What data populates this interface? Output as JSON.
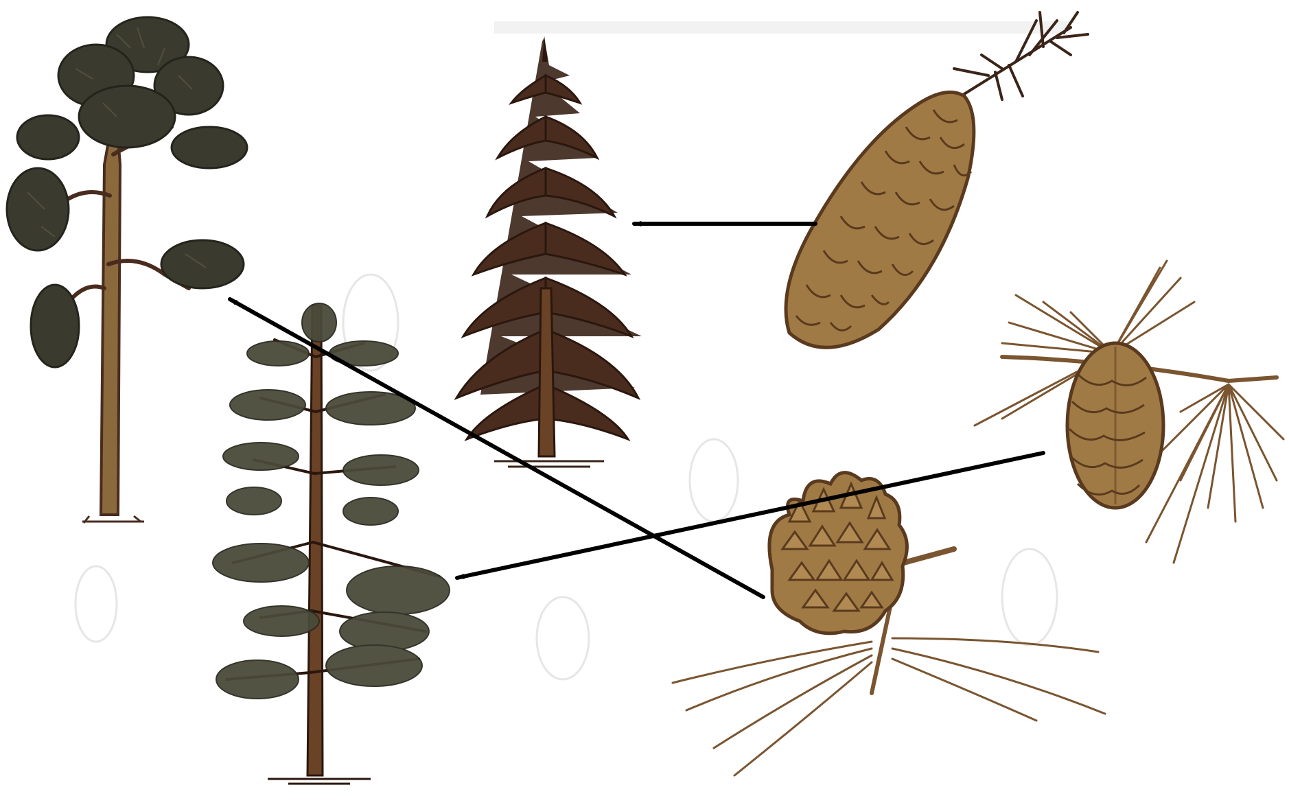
{
  "diagram": {
    "kind": "matching illustration (cone to tree)",
    "background_color": "#ffffff",
    "colors": {
      "foliage": "#3a3a2e",
      "trunk_dark": "#4a2c1e",
      "trunk_light": "#8a6a3c",
      "cone_fill": "#a07a45",
      "cone_outline": "#5a3a1e",
      "needles": "#7a5530",
      "arrow": "#000000",
      "ghost_trace": "#e6e6e6"
    },
    "trees": [
      {
        "id": "pine",
        "icon": "pine-tree-icon"
      },
      {
        "id": "spruce",
        "icon": "spruce-tree-icon"
      },
      {
        "id": "larch",
        "icon": "larch-tree-icon"
      }
    ],
    "cones": [
      {
        "id": "spruce-cone",
        "icon": "spruce-cone-icon",
        "matches": "spruce"
      },
      {
        "id": "larch-cone",
        "icon": "larch-cone-icon",
        "matches": "larch"
      },
      {
        "id": "pine-cone",
        "icon": "pine-cone-icon",
        "matches": "pine"
      }
    ],
    "arrows": [
      {
        "from": "spruce-cone",
        "to": "spruce"
      },
      {
        "from": "larch-cone",
        "to": "larch"
      },
      {
        "from": "pine-cone",
        "to": "pine"
      }
    ]
  }
}
